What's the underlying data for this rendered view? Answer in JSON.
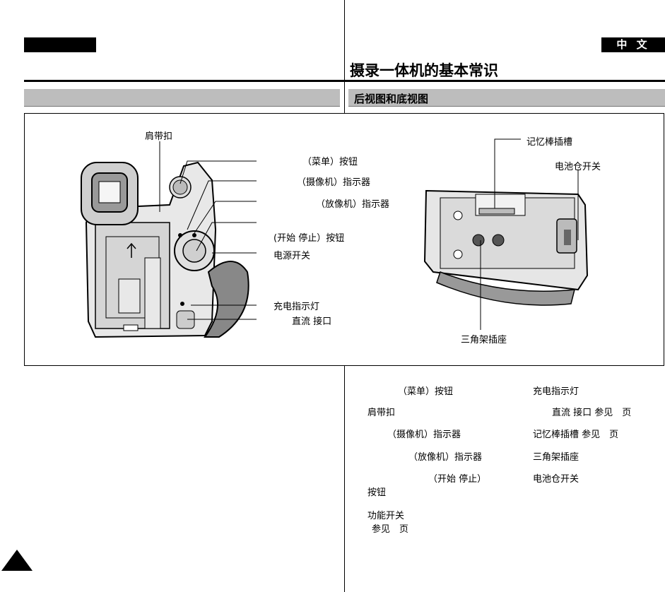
{
  "header": {
    "lang_badge": "中 文",
    "page_title": "摄录一体机的基本常识",
    "section_title": "后视图和底视图"
  },
  "figure": {
    "left_labels": {
      "shoulder_strap": "肩带扣",
      "menu_button": "（菜单）按钮",
      "camera_indicator": "（摄像机）指示器",
      "player_indicator": "（放像机）指示器",
      "start_stop_button": "(开始 停止）按钮",
      "power_switch": "电源开关",
      "charge_lamp": "充电指示灯",
      "dc_jack": "直流 接口"
    },
    "right_labels": {
      "memory_stick_slot": "记忆棒插槽",
      "battery_release": "电池仓开关",
      "tripod_socket": "三角架插座"
    }
  },
  "legend": {
    "col1": [
      {
        "text": "（菜单）按钮"
      },
      {
        "text": "肩带扣"
      },
      {
        "text": "（摄像机）指示器"
      },
      {
        "text": "（放像机）指示器"
      },
      {
        "text": "（开始 停止）"
      },
      {
        "text": "按钮"
      },
      {
        "text": "功能开关"
      },
      {
        "text": "参见　页"
      }
    ],
    "col2": [
      {
        "text": "充电指示灯"
      },
      {
        "text": "直流 接口  参见　页"
      },
      {
        "text": "记忆棒插槽  参见　页"
      },
      {
        "text": "三角架插座"
      },
      {
        "text": "电池仓开关"
      }
    ]
  }
}
